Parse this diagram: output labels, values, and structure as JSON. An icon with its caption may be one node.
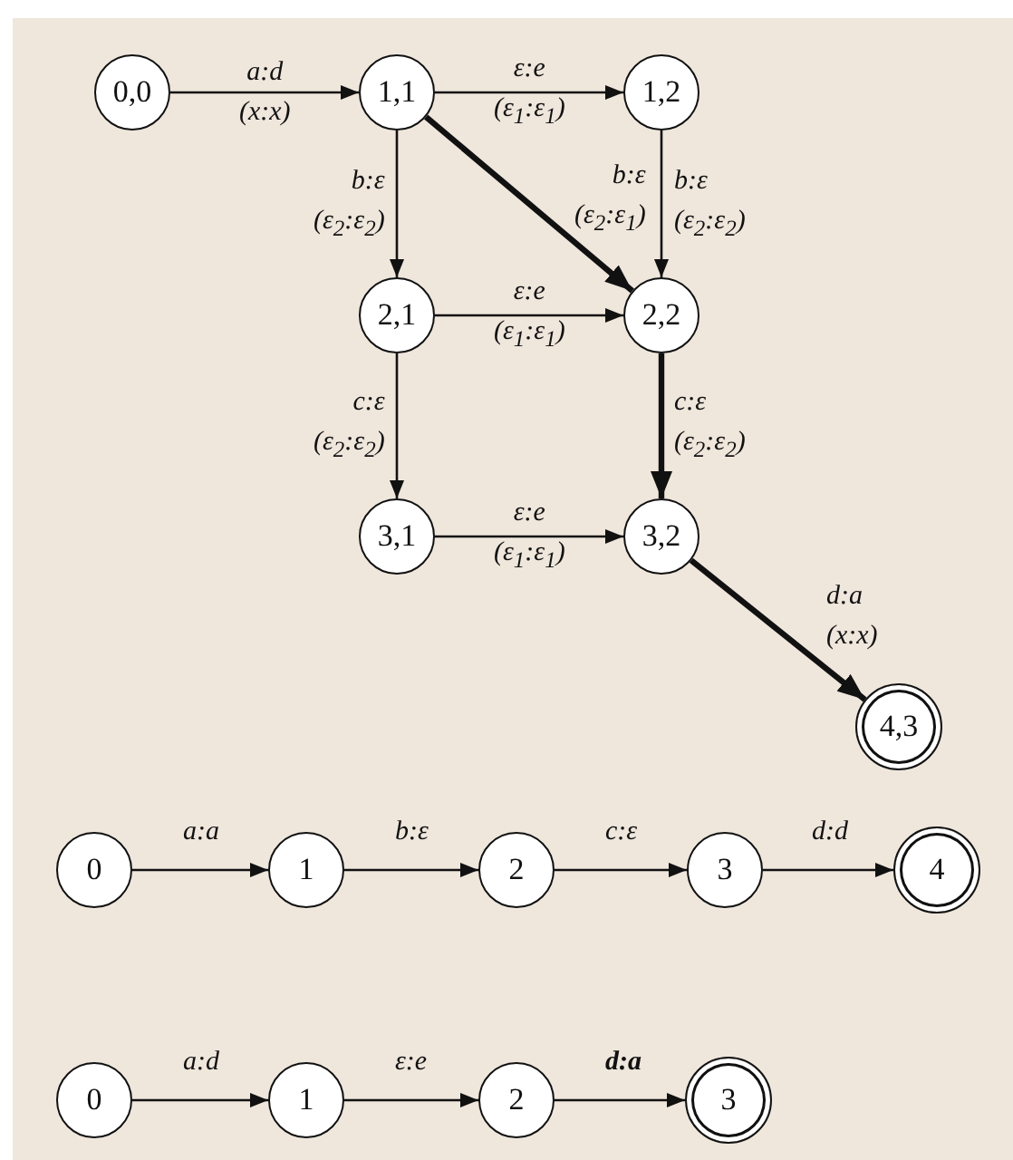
{
  "diagram": {
    "nodes": [
      {
        "text": [
          "0,0"
        ]
      },
      {
        "text": [
          "1,1"
        ]
      },
      {
        "text": [
          "1,2"
        ]
      },
      {
        "text": [
          "2,1"
        ]
      },
      {
        "text": [
          "2,2"
        ]
      },
      {
        "text": [
          "3,1"
        ]
      },
      {
        "text": [
          "3,2"
        ]
      },
      {
        "text": [
          "4,3"
        ]
      },
      {
        "text": [
          "0"
        ]
      },
      {
        "text": [
          "1"
        ]
      },
      {
        "text": [
          "2"
        ]
      },
      {
        "text": [
          "3"
        ]
      },
      {
        "text": [
          "4"
        ]
      },
      {
        "text": [
          "0"
        ]
      },
      {
        "text": [
          "1"
        ]
      },
      {
        "text": [
          "2"
        ]
      },
      {
        "text": [
          "3"
        ]
      }
    ],
    "edges": [
      {
        "from": 0,
        "to": 1,
        "arrow": "to",
        "label": "a:d (x:x)"
      },
      {
        "from": 1,
        "to": 2,
        "arrow": "to",
        "label": "ε:e (ε$_{1}$:ε$_{1}$)"
      },
      {
        "from": 1,
        "to": 3,
        "arrow": "to",
        "label": "b:ε (ε$_{2}$:ε$_{2}$)"
      },
      {
        "from": 1,
        "to": 4,
        "arrow": "to",
        "label": "b:ε (ε$_{2}$:ε$_{1}$)",
        "style": "thick"
      },
      {
        "from": 2,
        "to": 4,
        "arrow": "to",
        "label": "b:ε (ε$_{2}$:ε$_{2}$)"
      },
      {
        "from": 3,
        "to": 4,
        "arrow": "to",
        "label": "ε:e (ε$_{1}$:ε$_{1}$)"
      },
      {
        "from": 3,
        "to": 5,
        "arrow": "to",
        "label": "c:ε (ε$_{2}$:ε$_{2}$)"
      },
      {
        "from": 4,
        "to": 6,
        "arrow": "to",
        "label": "c:ε (ε$_{2}$:ε$_{2}$)",
        "style": "thick"
      },
      {
        "from": 5,
        "to": 6,
        "arrow": "to",
        "label": "ε:e (ε$_{1}$:ε$_{1}$)"
      },
      {
        "from": 6,
        "to": 7,
        "arrow": "to",
        "label": "d:a (x:x)",
        "style": "thick"
      },
      {
        "from": 8,
        "to": 9,
        "arrow": "to",
        "label": "a:a"
      },
      {
        "from": 9,
        "to": 10,
        "arrow": "to",
        "label": "b:ε"
      },
      {
        "from": 10,
        "to": 11,
        "arrow": "to",
        "label": "c:ε"
      },
      {
        "from": 11,
        "to": 12,
        "arrow": "to",
        "label": "d:d"
      },
      {
        "from": 13,
        "to": 14,
        "arrow": "to",
        "label": "a:d"
      },
      {
        "from": 14,
        "to": 15,
        "arrow": "to",
        "label": "ε:e"
      },
      {
        "from": 15,
        "to": 16,
        "arrow": "to",
        "label": "d:a"
      }
    ]
  }
}
